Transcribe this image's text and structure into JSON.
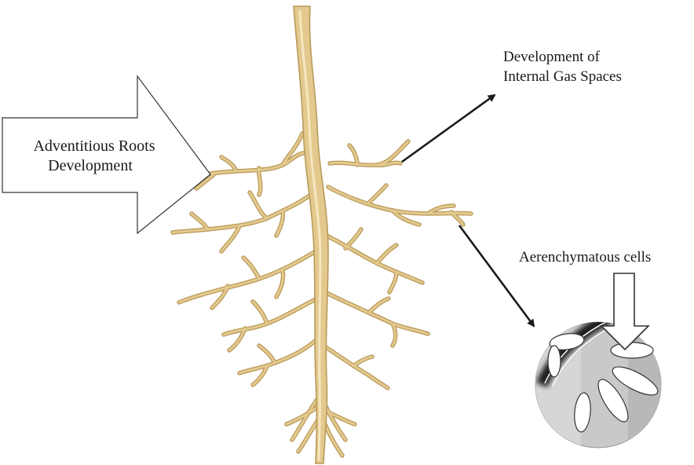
{
  "labels": {
    "adventitious_line1": "Adventitious Roots",
    "adventitious_line2": "Development",
    "gas_spaces_line1": "Development of",
    "gas_spaces_line2": "Internal Gas Spaces",
    "aerenchyma": "Aerenchymatous cells"
  },
  "colors": {
    "root_fill": "#E3C98E",
    "root_stroke": "#B99A5A",
    "root_highlight": "#F4E6BF",
    "arrow": "#1a1a1a",
    "section_bg": "#C9C9C9",
    "section_shadow": "#A9A9A9",
    "cell_fill": "#ffffff",
    "dark_band": "#222222"
  },
  "icons": {
    "adventitious_arrow": "block-arrow-right",
    "aerenchyma_arrow": "block-arrow-down",
    "cross_section": "root-cross-section"
  }
}
